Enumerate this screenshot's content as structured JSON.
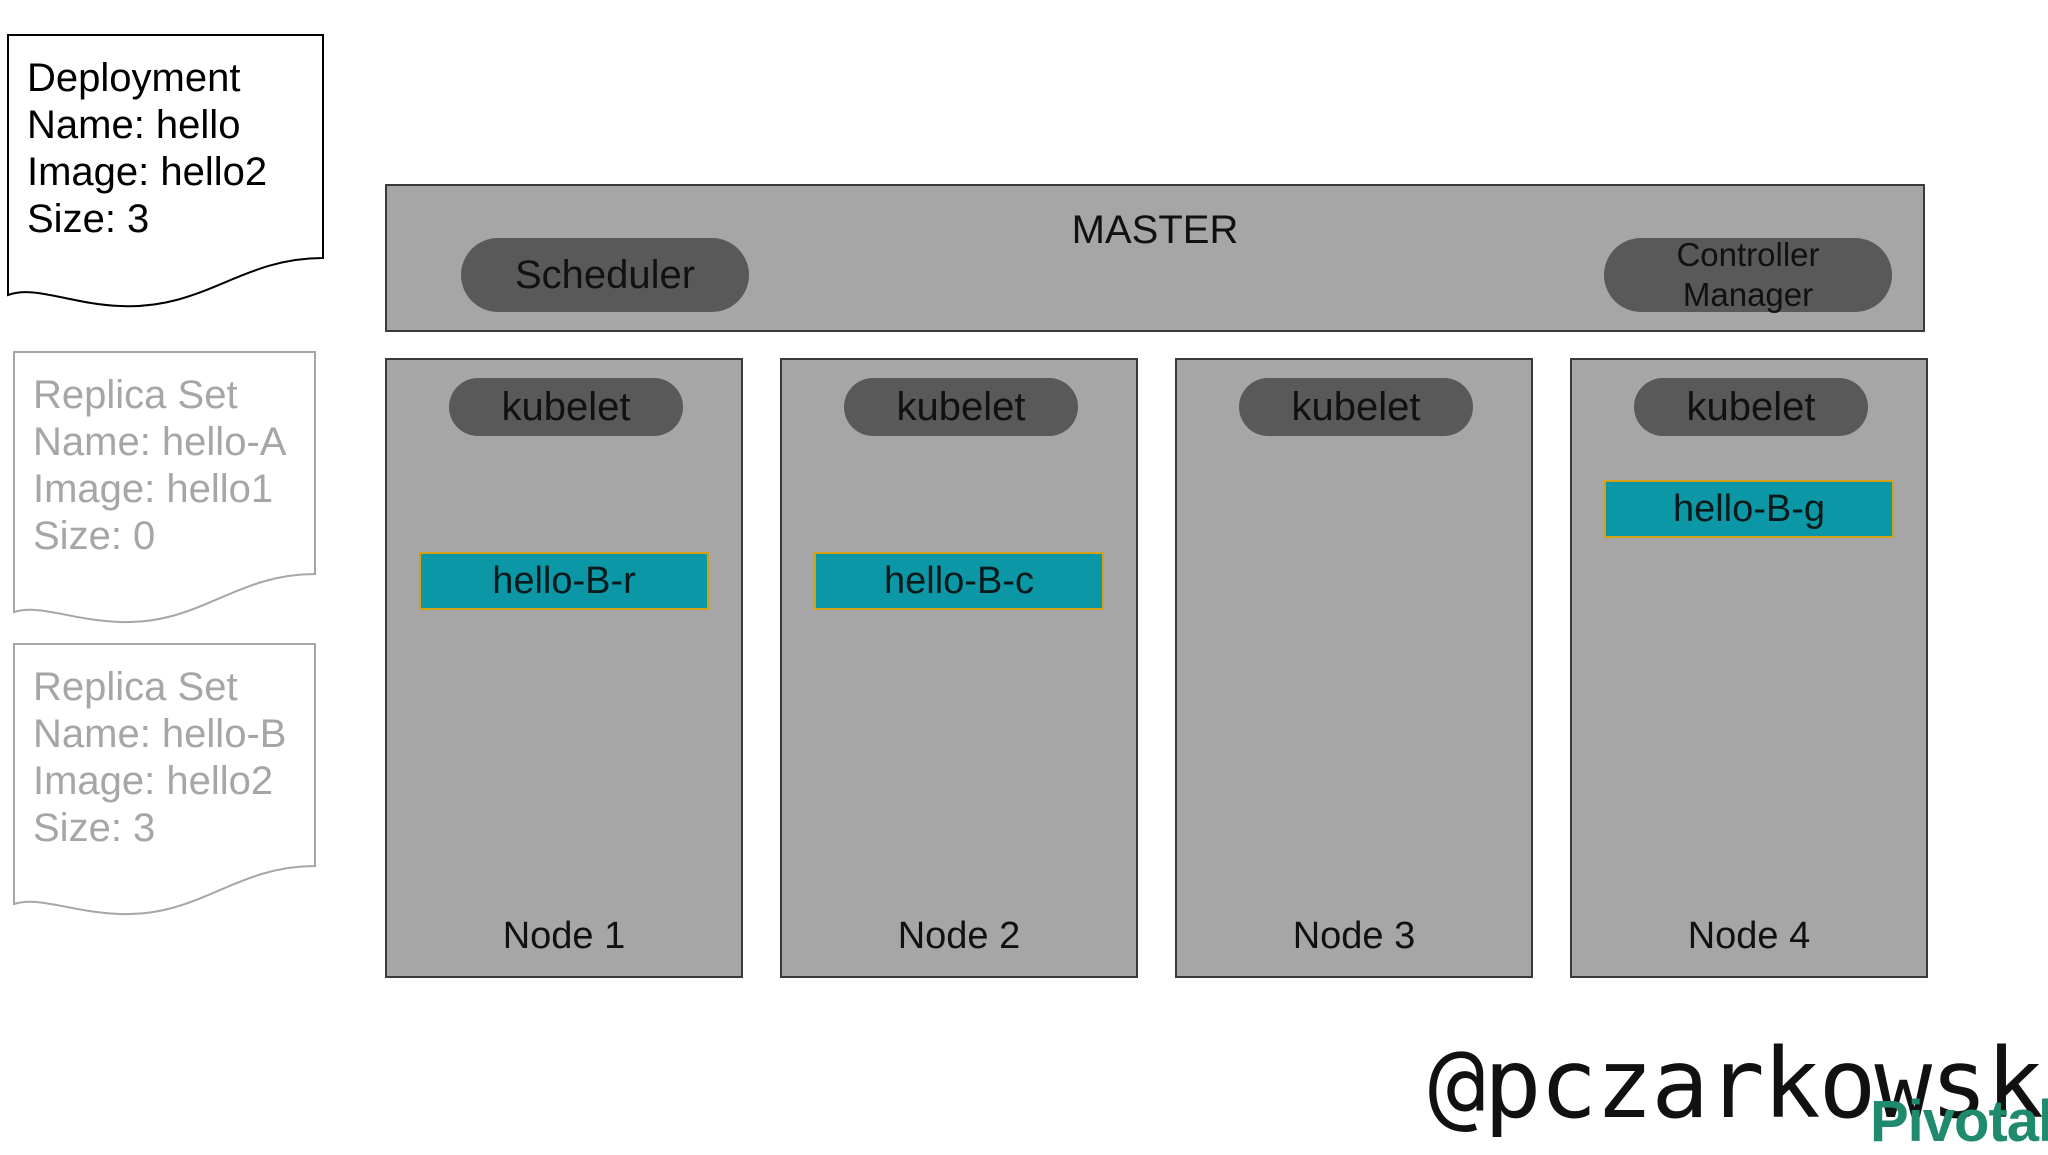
{
  "deployment": {
    "lines": [
      "Deployment",
      "Name: hello",
      "Image: hello2",
      "Size: 3"
    ]
  },
  "replica_sets": [
    {
      "lines": [
        "Replica Set",
        "Name: hello-A",
        "Image: hello1",
        "Size: 0"
      ]
    },
    {
      "lines": [
        "Replica Set",
        "Name: hello-B",
        "Image: hello2",
        "Size: 3"
      ]
    }
  ],
  "master": {
    "title": "MASTER",
    "scheduler": "Scheduler",
    "controller_manager": [
      "Controller",
      "Manager"
    ]
  },
  "nodes": [
    {
      "kubelet": "kubelet",
      "label": "Node 1",
      "pod": "hello-B-r"
    },
    {
      "kubelet": "kubelet",
      "label": "Node 2",
      "pod": "hello-B-c"
    },
    {
      "kubelet": "kubelet",
      "label": "Node 3",
      "pod": ""
    },
    {
      "kubelet": "kubelet",
      "label": "Node 4",
      "pod": "hello-B-g"
    }
  ],
  "twitter_handle": "@pczarkowski",
  "brand": "Pivotal",
  "colors": {
    "box_fill": "#a6a6a6",
    "pill_fill": "#595959",
    "pod_fill": "#0b97a6",
    "pod_border": "#d4a017",
    "brand": "#1f8a6e"
  }
}
